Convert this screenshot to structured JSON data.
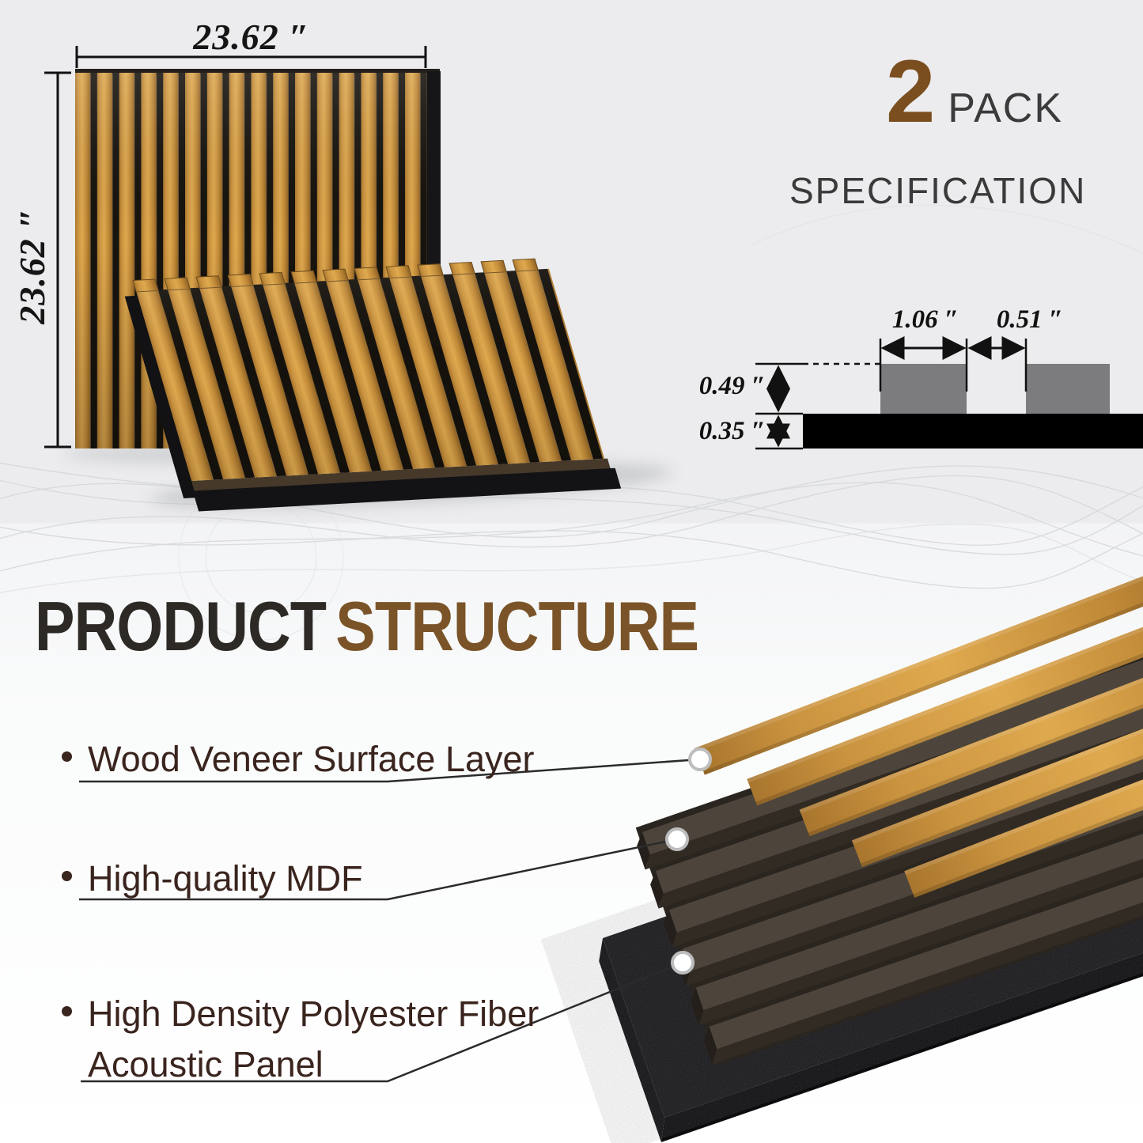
{
  "product": "Acoustic wood slat wall panel infographic",
  "pack": {
    "count": "2",
    "label": "PACK"
  },
  "spec": {
    "title": "SPECIFICATION",
    "slat_width": "1.06 ″",
    "slat_gap": "0.51 ″",
    "slat_height": "0.49 ″",
    "base_thickness": "0.35 ″"
  },
  "dimensions": {
    "panel_width": "23.62 ″",
    "panel_height": "23.62 ″"
  },
  "structure": {
    "title_dark": "PRODUCT",
    "title_brown": "STRUCTURE",
    "layers": [
      {
        "label": "Wood Veneer Surface Layer"
      },
      {
        "label": "High-quality MDF"
      },
      {
        "label": "High Density Polyester Fiber Acoustic Panel"
      }
    ]
  },
  "colors": {
    "wood": "#c8913c",
    "wood_light": "#dfa94f",
    "wood_dark": "#8f6326",
    "slat_gap_black": "#17130e",
    "felt_black": "#17171a",
    "mdf_top": "#4d453c",
    "mdf_front": "#322b24",
    "accent_brown_number": "#7b4e1f",
    "heading_dark": "#2d2a26",
    "heading_brown": "#7a5428",
    "bullet_text_brown": "#3a241e",
    "spec_slat_gray": "#7c7c7e",
    "spec_base_black": "#000000",
    "background_top": "#ececee",
    "background_bottom": "#fafbfb"
  }
}
